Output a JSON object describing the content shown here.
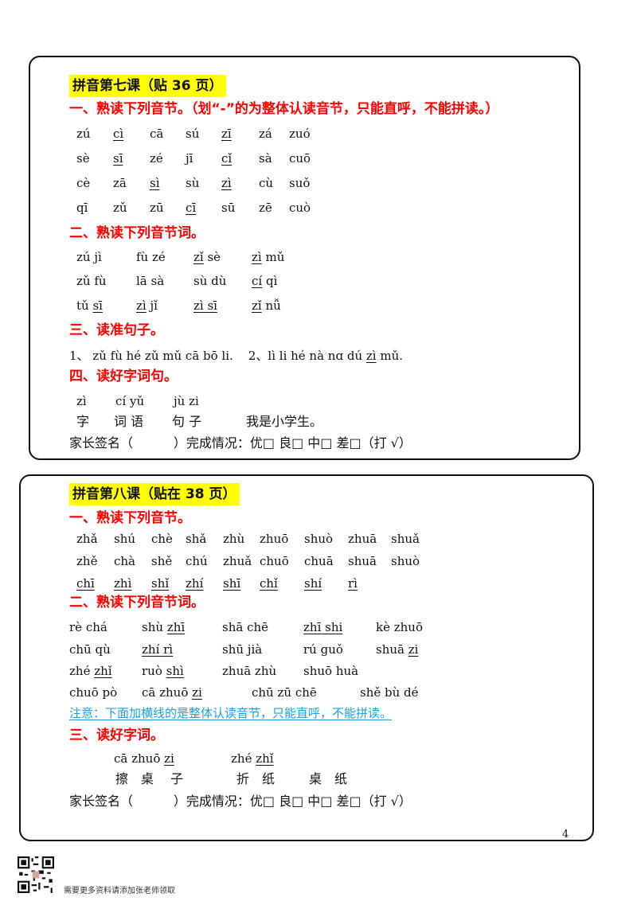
{
  "lesson7": {
    "title": "拼音第七课（贴 36 页）",
    "s1_heading": "一、熟读下列音节。",
    "s1_tail": "（划“-”的为整体认读音节，只能直呼，不能拼读。）",
    "s1_rows": [
      [
        [
          "zú",
          0
        ],
        [
          "cì",
          1
        ],
        [
          "cā",
          0
        ],
        [
          "sú",
          0
        ],
        [
          "zī",
          1
        ],
        [
          "zá",
          0
        ],
        [
          "zuó",
          0
        ]
      ],
      [
        [
          "sè",
          0
        ],
        [
          "sī",
          1
        ],
        [
          "zé",
          0
        ],
        [
          "jī",
          0
        ],
        [
          "cǐ",
          1
        ],
        [
          "sà",
          0
        ],
        [
          "cuō",
          0
        ]
      ],
      [
        [
          "cè",
          0
        ],
        [
          "zā",
          0
        ],
        [
          "sì",
          1
        ],
        [
          "sù",
          0
        ],
        [
          "zì",
          1
        ],
        [
          "cù",
          0
        ],
        [
          "suǒ",
          0
        ]
      ],
      [
        [
          "qī",
          0
        ],
        [
          "zǔ",
          0
        ],
        [
          "zū",
          0
        ],
        [
          "cī",
          1
        ],
        [
          "sū",
          0
        ],
        [
          "zē",
          0
        ],
        [
          "cuò",
          0
        ]
      ]
    ],
    "s2_heading": "二、熟读下列音节词。",
    "s2_rows": [
      [
        [
          [
            "zú",
            0
          ],
          [
            "jì",
            0
          ]
        ],
        [
          [
            "fù",
            0
          ],
          [
            "zé",
            0
          ]
        ],
        [
          [
            "zǐ",
            1
          ],
          [
            "sè",
            0
          ]
        ],
        [
          [
            "zì",
            1
          ],
          [
            "mǔ",
            0
          ]
        ]
      ],
      [
        [
          [
            "zǔ",
            0
          ],
          [
            "fù",
            0
          ]
        ],
        [
          [
            "lā",
            0
          ],
          [
            "sà",
            0
          ]
        ],
        [
          [
            "sù",
            0
          ],
          [
            "dù",
            0
          ]
        ],
        [
          [
            "cí",
            1
          ],
          [
            "qì",
            0
          ]
        ]
      ],
      [
        [
          [
            "tǔ",
            0
          ],
          [
            "sī",
            1
          ]
        ],
        [
          [
            "zì",
            1
          ],
          [
            "jǐ",
            0
          ]
        ],
        [
          [
            "zì sī",
            1
          ]
        ],
        [
          [
            "zǐ",
            1
          ],
          [
            "nǚ",
            0
          ]
        ]
      ]
    ],
    "s3_heading": "三、读准句子。",
    "s3_line": [
      [
        "1、 zǔ fù hé zǔ mǔ cā bō li.    2、lì li hé nà nɑ dú ",
        0
      ],
      [
        "zì",
        1
      ],
      [
        " mǔ.",
        0
      ]
    ],
    "s4_heading": "四、读好字词句。",
    "s4_pinyin": [
      "zì",
      "cí yǔ",
      "jù zi"
    ],
    "s4_hanzi": [
      "字",
      "词 语",
      "句 子",
      "我是小学生。"
    ],
    "sign": "家长签名（          ）完成情况：优□ 良□ 中□ 差□（打 √）"
  },
  "lesson8": {
    "title": "拼音第八课（贴在 38 页）",
    "s1_heading": "一、熟读下列音节。",
    "s1_rows": [
      [
        [
          "zhǎ",
          0
        ],
        [
          "shú",
          0
        ],
        [
          "chè",
          0
        ],
        [
          "shǎ",
          0
        ],
        [
          "zhù",
          0
        ],
        [
          "zhuō",
          0
        ],
        [
          "shuò",
          0
        ],
        [
          "zhuā",
          0
        ],
        [
          "shuǎ",
          0
        ]
      ],
      [
        [
          "zhě",
          0
        ],
        [
          "chà",
          0
        ],
        [
          "shě",
          0
        ],
        [
          "chú",
          0
        ],
        [
          "zhuǎ",
          0
        ],
        [
          "chuō",
          0
        ],
        [
          "chuā",
          0
        ],
        [
          "shuā",
          0
        ],
        [
          "shuò",
          0
        ]
      ],
      [
        [
          "chī",
          1
        ],
        [
          "zhì",
          1
        ],
        [
          "shǐ",
          1
        ],
        [
          "zhí",
          1
        ],
        [
          "shī",
          1
        ],
        [
          "chǐ",
          1
        ],
        [
          "shí",
          1
        ],
        [
          "rì",
          1
        ]
      ]
    ],
    "s2_heading": "二、熟读下列音节词。",
    "s2_rows": [
      [
        [
          [
            "rè chá",
            0
          ]
        ],
        [
          [
            "shù ",
            0
          ],
          [
            "zhī",
            1
          ]
        ],
        [
          [
            "shā chē",
            0
          ]
        ],
        [
          [
            "zhī shi",
            1
          ]
        ],
        [
          [
            "kè zhuō",
            0
          ]
        ]
      ],
      [
        [
          [
            "chū qù",
            0
          ]
        ],
        [
          [
            "zhí rì",
            1
          ]
        ],
        [
          [
            "shū jià",
            0
          ]
        ],
        [
          [
            "rú guǒ",
            0
          ]
        ],
        [
          [
            "shuā ",
            0
          ],
          [
            "zi",
            1
          ]
        ]
      ],
      [
        [
          [
            "zhé ",
            0
          ],
          [
            "zhǐ",
            1
          ]
        ],
        [
          [
            "ruò ",
            0
          ],
          [
            "shì",
            1
          ]
        ],
        [
          [
            "zhuā zhù",
            0
          ]
        ],
        [
          [
            "shuō huà",
            0
          ]
        ]
      ],
      [
        [
          [
            "chuō pò",
            0
          ]
        ],
        [
          [
            "cā zhuō ",
            0
          ],
          [
            "zi",
            1
          ]
        ],
        [
          [
            "chū zū chē",
            0
          ]
        ],
        [
          [
            "shě bù dé",
            0
          ]
        ]
      ]
    ],
    "note": "注意：下面加横线的是整体认读音节，只能直呼，不能拼读。",
    "s3_heading": "三、读好字词。",
    "s3_pinyin": [
      [
        [
          "cā zhuō ",
          0
        ],
        [
          "zi",
          1
        ]
      ],
      [
        [
          "zhé ",
          0
        ],
        [
          "zhǐ",
          1
        ]
      ]
    ],
    "s3_hanzi": [
      "擦　桌　 子",
      "折　纸",
      "桌　纸"
    ],
    "sign": "家长签名（          ）完成情况：优□ 良□ 中□ 差□（打 √）"
  },
  "page_number": "4",
  "footer": "需要更多资料请添加张老师领取"
}
